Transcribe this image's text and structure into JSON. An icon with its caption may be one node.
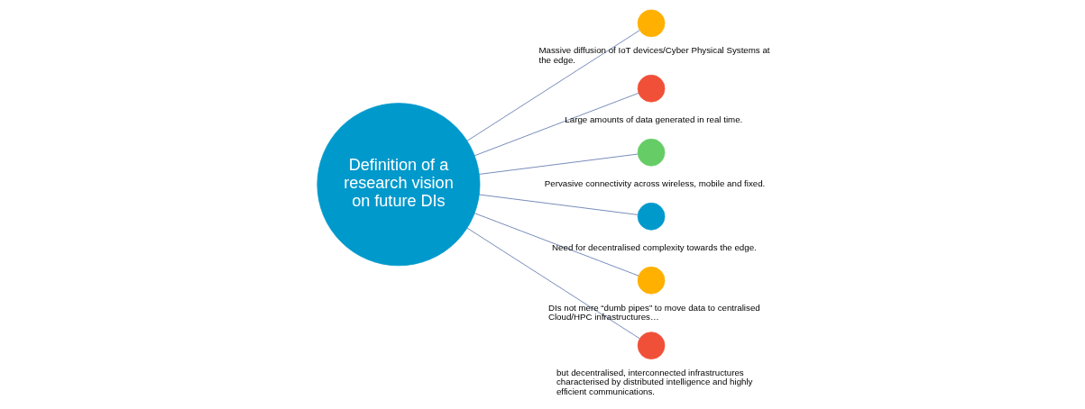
{
  "diagram": {
    "nodes": [
      {
        "text": [
          "Definition of a research vision on future DIs"
        ]
      },
      {
        "text": [],
        "shape": "circle",
        "beside": [
          "Massive diffusion of IoT devices/Cyber Physical Systems at the edge."
        ]
      },
      {
        "text": [],
        "shape": "circle",
        "beside": [
          "Large amounts of data generated in real time."
        ]
      },
      {
        "text": [],
        "shape": "circle",
        "beside": [
          "Pervasive connectivity across wireless, mobile and fixed."
        ]
      },
      {
        "text": [],
        "shape": "circle",
        "beside": [
          "Need for decentralised complexity towards the edge."
        ]
      },
      {
        "text": [],
        "shape": "circle",
        "beside": [
          "DIs not mere “dumb pipes” to move data to centralised Cloud/HPC infrastructures…"
        ]
      },
      {
        "text": [],
        "shape": "circle",
        "beside": [
          "but decentralised, interconnected infrastructures characterised by distributed intelligence and highly efficient communications."
        ]
      }
    ],
    "edges": [
      {
        "from": 0,
        "to": 1,
        "arrow": "none"
      },
      {
        "from": 0,
        "to": 2,
        "arrow": "none"
      },
      {
        "from": 0,
        "to": 3,
        "arrow": "none"
      },
      {
        "from": 0,
        "to": 4,
        "arrow": "none"
      },
      {
        "from": 0,
        "to": 5,
        "arrow": "none"
      },
      {
        "from": 0,
        "to": 6,
        "arrow": "none"
      }
    ]
  }
}
